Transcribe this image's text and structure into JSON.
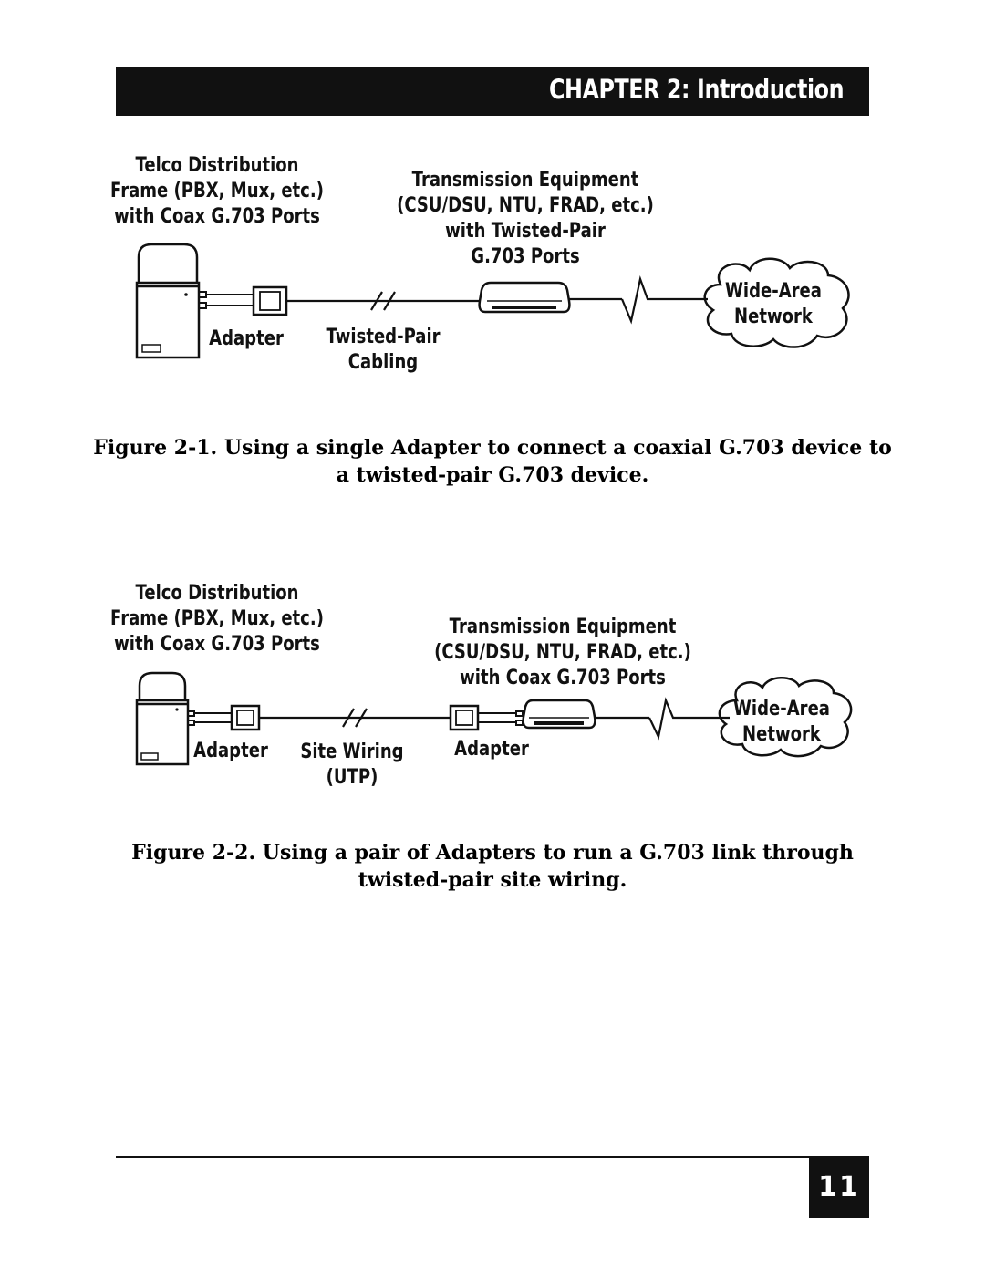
{
  "header": {
    "chapter_title": "CHAPTER 2: Introduction"
  },
  "figure1": {
    "telco_label": [
      "Telco Distribution",
      "Frame (PBX, Mux, etc.)",
      "with Coax G.703 Ports"
    ],
    "transmission_label": [
      "Transmission Equipment",
      "(CSU/DSU, NTU, FRAD, etc.)",
      "with Twisted-Pair",
      "G.703 Ports"
    ],
    "adapter_label": "Adapter",
    "cabling_label": [
      "Twisted-Pair",
      "Cabling"
    ],
    "wan_label": [
      "Wide-Area",
      "Network"
    ],
    "caption": [
      "Figure 2-1. Using a single Adapter to connect a coaxial G.703 device to",
      "a twisted-pair G.703 device."
    ]
  },
  "figure2": {
    "telco_label": [
      "Telco Distribution",
      "Frame (PBX, Mux, etc.)",
      "with Coax G.703 Ports"
    ],
    "transmission_label": [
      "Transmission Equipment",
      "(CSU/DSU, NTU, FRAD, etc.)",
      "with Coax G.703 Ports"
    ],
    "adapter_left_label": "Adapter",
    "wiring_label": [
      "Site Wiring",
      "(UTP)"
    ],
    "adapter_right_label": "Adapter",
    "wan_label": [
      "Wide-Area",
      "Network"
    ],
    "caption": [
      "Figure 2-2. Using a pair of Adapters to run a G.703 link through",
      "twisted-pair site wiring."
    ]
  },
  "footer": {
    "page_number": "11"
  }
}
